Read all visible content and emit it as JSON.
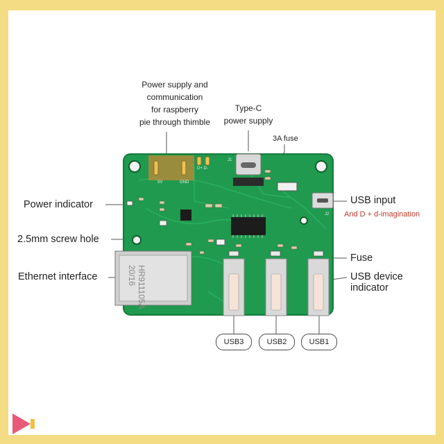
{
  "labels": {
    "power_comm_line1": "Power supply and",
    "power_comm_line2": "communication",
    "power_comm_line3": "for raspberry",
    "power_comm_line4": "pie through thimble",
    "typec_line1": "Type-C",
    "typec_line2": "power supply",
    "fuse_3a": "3A fuse",
    "power_indicator": "Power indicator",
    "screw_hole": "2.5mm screw hole",
    "ethernet": "Ethernet interface",
    "usb_input": "USB input",
    "usb_input_sub": "And D + d-imagination",
    "fuse": "Fuse",
    "usb_device_line1": "USB device",
    "usb_device_line2": "indicator"
  },
  "usb_tags": [
    "USB3",
    "USB2",
    "USB1"
  ],
  "board_marks": {
    "eth_line1": "HR911105A",
    "eth_line2": "20/16",
    "pin_5v": "5V",
    "pin_gnd": "GND",
    "pin_dd": "D+ D-",
    "j1": "J1",
    "j2": "J2"
  },
  "colors": {
    "background": "#f3dc84",
    "pcb": "#1f9a4f",
    "pcb_dark": "#167a3c",
    "silkscreen": "#e8f3ea",
    "pad": "#d8b04a"
  }
}
